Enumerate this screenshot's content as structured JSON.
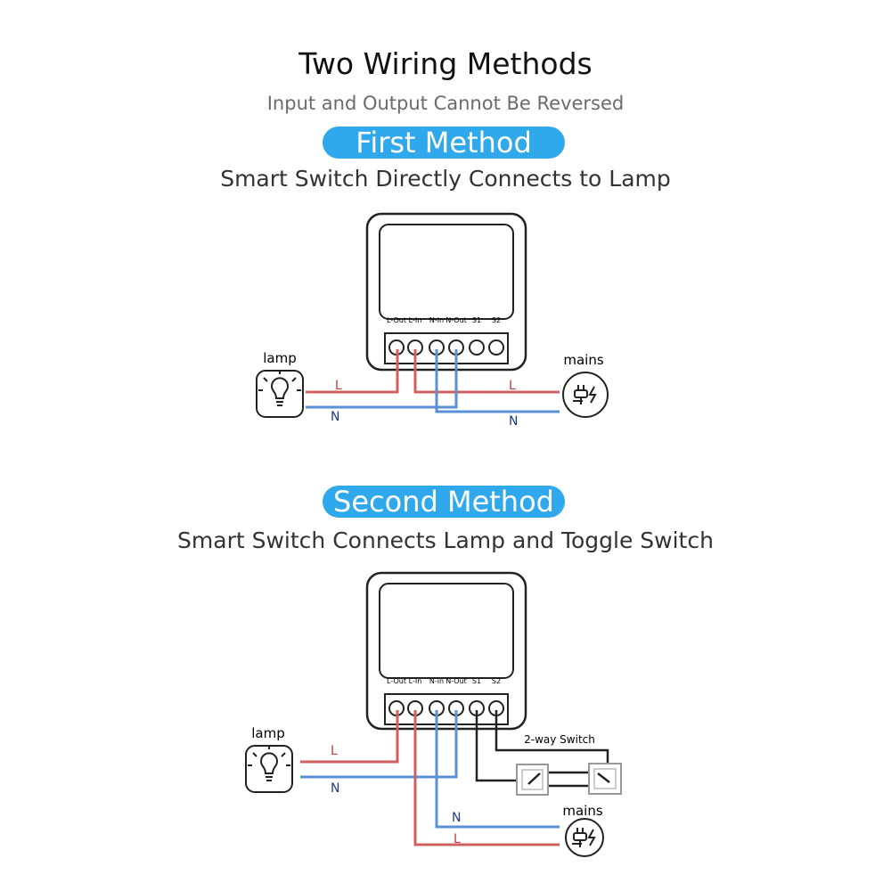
{
  "header": {
    "title": "Two Wiring Methods",
    "subtitle": "Input and Output Cannot Be Reversed"
  },
  "methods": [
    {
      "pill": "First Method",
      "description": "Smart Switch Directly Connects to Lamp",
      "terminals": [
        "L-Out",
        "L-In",
        "N-in",
        "N-Out",
        "S1",
        "S2"
      ],
      "lamp_label": "lamp",
      "mains_label": "mains",
      "wire_labels": {
        "l_left": "L",
        "n_left": "N",
        "l_right": "L",
        "n_right": "N"
      }
    },
    {
      "pill": "Second Method",
      "description": "Smart Switch Connects Lamp and Toggle Switch",
      "terminals": [
        "L-Out",
        "L-In",
        "N-in",
        "N-Out",
        "S1",
        "S2"
      ],
      "lamp_label": "lamp",
      "mains_label": "mains",
      "switch_label": "2-way Switch",
      "wire_labels": {
        "l_left": "L",
        "n_left": "N",
        "n_mains": "N",
        "l_mains": "L"
      }
    }
  ],
  "colors": {
    "accent": "#2fa8ec",
    "live": "#d06060",
    "neutral": "#5b8fd6",
    "switch_wire": "#222222"
  },
  "icons": [
    "lightbulb-icon",
    "plug-icon"
  ]
}
